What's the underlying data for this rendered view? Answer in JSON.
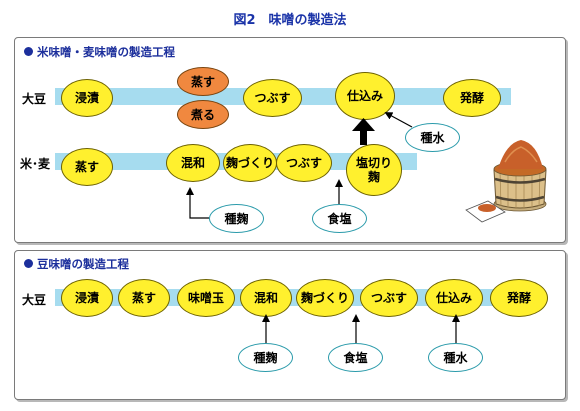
{
  "title": "図2　味噌の製造法",
  "section1": {
    "title": "米味噌・麦味噌の製造工程",
    "row1": {
      "label": "大豆",
      "steps": {
        "soak": "浸漬",
        "steam": "蒸す",
        "boil": "煮る",
        "crush": "つぶす",
        "mix": "仕込み",
        "ferment": "発酵"
      },
      "inputs": {
        "seed": "種水"
      }
    },
    "row2": {
      "label": "米･麦",
      "steps": {
        "steam": "蒸す",
        "blend": "混和",
        "koji": "麹づくり",
        "crush": "つぶす",
        "salt_line1": "塩切り",
        "salt_line2": "麹"
      },
      "inputs": {
        "koji_starter": "種麹",
        "salt": "食塩"
      }
    }
  },
  "section2": {
    "title": "豆味噌の製造工程",
    "label": "大豆",
    "steps": {
      "soak": "浸漬",
      "steam": "蒸す",
      "ball": "味噌玉",
      "blend": "混和",
      "koji": "麹づくり",
      "crush": "つぶす",
      "mix": "仕込み",
      "ferment": "発酵"
    },
    "inputs": {
      "koji_starter": "種麹",
      "salt": "食塩",
      "seed": "種水"
    }
  }
}
